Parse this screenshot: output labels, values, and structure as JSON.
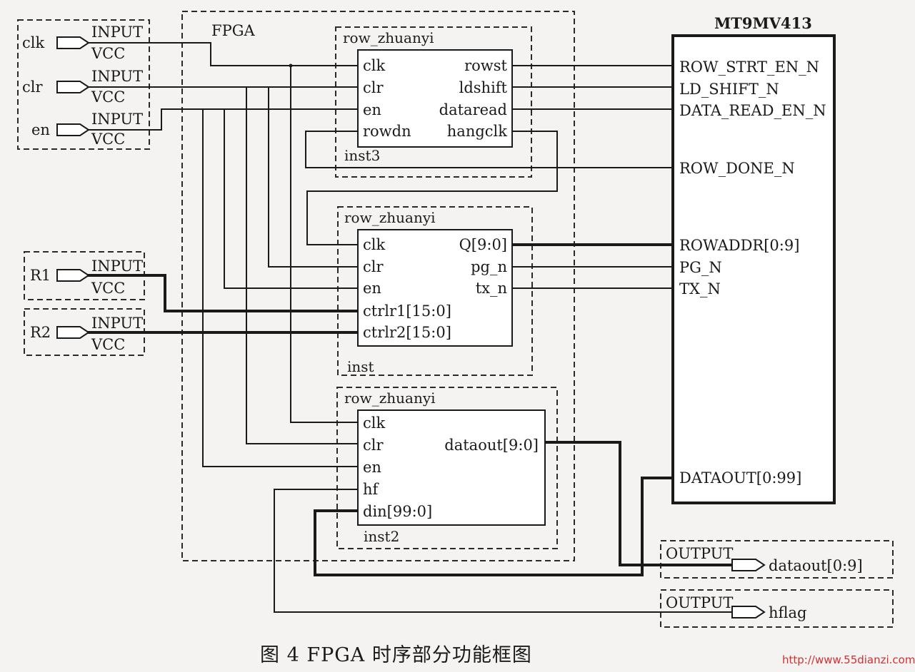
{
  "fpga_label": "FPGA",
  "chip_label": "MT9MV413",
  "inputs": [
    {
      "name": "clk",
      "type": "INPUT",
      "vcc": "VCC"
    },
    {
      "name": "clr",
      "type": "INPUT",
      "vcc": "VCC"
    },
    {
      "name": "en",
      "type": "INPUT",
      "vcc": "VCC"
    },
    {
      "name": "R1",
      "type": "INPUT",
      "vcc": "VCC"
    },
    {
      "name": "R2",
      "type": "INPUT",
      "vcc": "VCC"
    }
  ],
  "modules": [
    {
      "title": "row_zhuanyi",
      "instance": "inst3",
      "left_ports": [
        "clk",
        "clr",
        "en",
        "rowdn"
      ],
      "right_ports": [
        "rowst",
        "ldshift",
        "dataread",
        "hangclk"
      ]
    },
    {
      "title": "row_zhuanyi",
      "instance": "inst",
      "left_ports": [
        "clk",
        "clr",
        "en",
        "ctrlr1[15:0]",
        "ctrlr2[15:0]"
      ],
      "right_ports": [
        "Q[9:0]",
        "pg_n",
        "tx_n"
      ]
    },
    {
      "title": "row_zhuanyi",
      "instance": "inst2",
      "left_ports": [
        "clk",
        "clr",
        "en",
        "hf",
        "din[99:0]"
      ],
      "right_ports": [
        "dataout[9:0]"
      ]
    }
  ],
  "chip_pins": [
    "ROW_STRT_EN_N",
    "LD_SHIFT_N",
    "DATA_READ_EN_N",
    "ROW_DONE_N",
    "ROWADDR[0:9]",
    "PG_N",
    "TX_N",
    "DATAOUT[0:99]"
  ],
  "outputs": [
    {
      "type": "OUTPUT",
      "name": "dataout[0:9]"
    },
    {
      "type": "OUTPUT",
      "name": "hflag"
    }
  ],
  "caption": "图 4  FPGA 时序部分功能框图",
  "watermark": "http://www.55dianzi.com"
}
